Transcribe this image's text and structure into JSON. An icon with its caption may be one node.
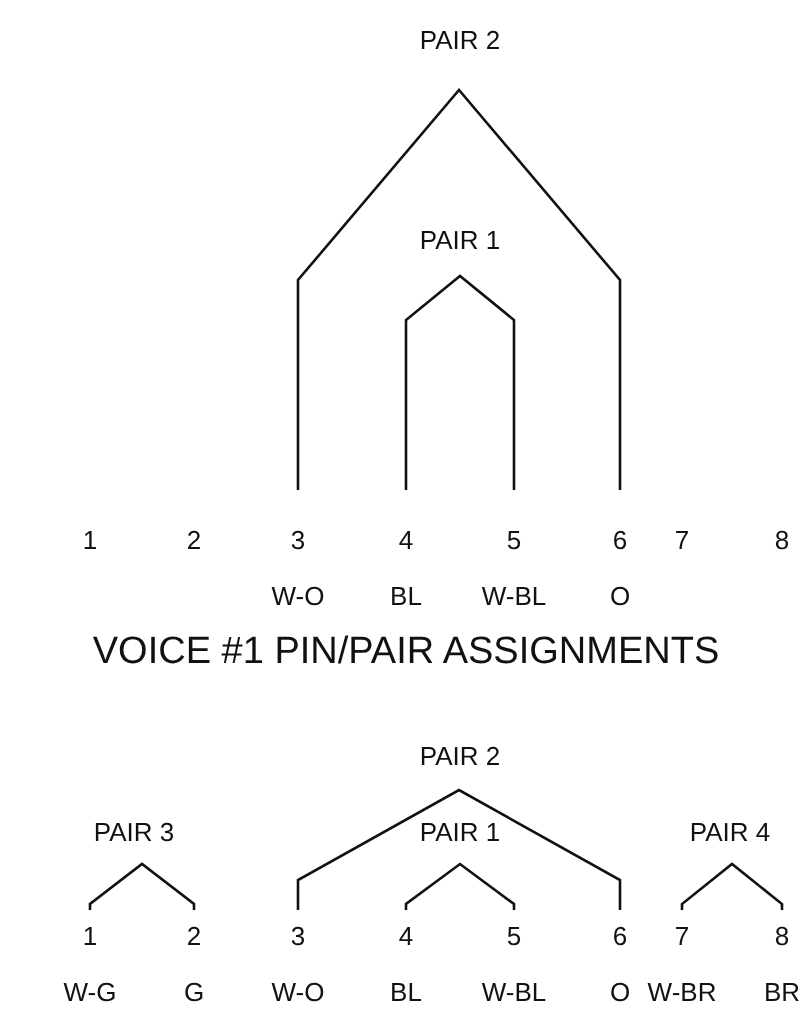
{
  "diagram": {
    "labels": [
      "PAIR 2",
      "PAIR 1",
      "1",
      "2",
      "3",
      "4",
      "5",
      "6",
      "7",
      "8",
      "W-O",
      "BL",
      "W-BL",
      "O",
      "VOICE #1 PIN/PAIR ASSIGNMENTS",
      "PAIR 2",
      "PAIR 3",
      "PAIR 1",
      "PAIR 4",
      "1",
      "2",
      "3",
      "4",
      "5",
      "6",
      "7",
      "8",
      "W-G",
      "G",
      "W-O",
      "BL",
      "W-BL",
      "O",
      "W-BR",
      "BR"
    ]
  }
}
